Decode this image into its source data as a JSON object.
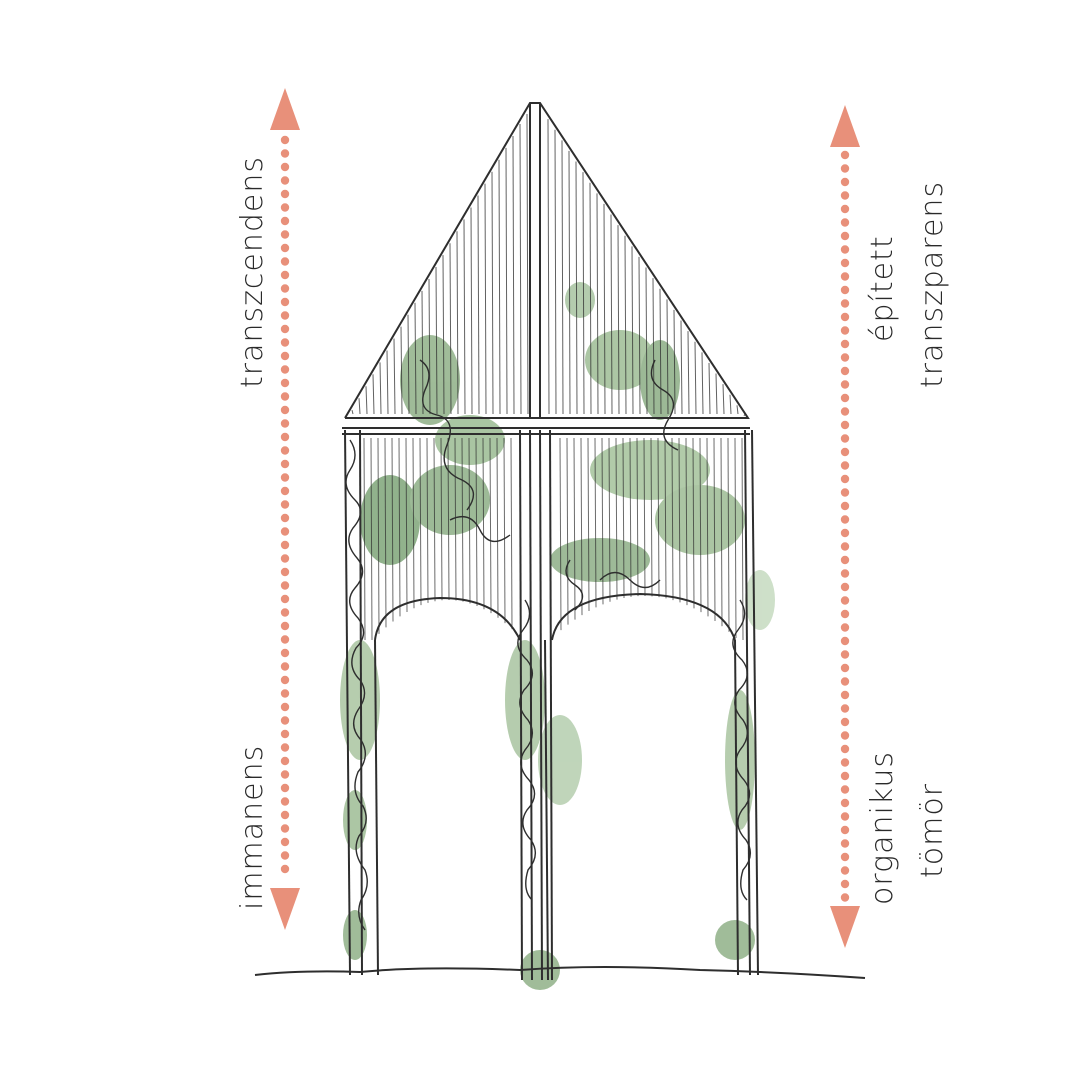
{
  "colors": {
    "arrow": "#e8907a",
    "ink": "#2e2e2e",
    "foliage": "#7fa57a",
    "foliage_light": "#a9c4a0",
    "background": "#ffffff"
  },
  "left_axis": {
    "top_label": "transzcendens",
    "bottom_label": "immanens"
  },
  "right_axis": {
    "top_label_1": "épített",
    "top_label_2": "transzparens",
    "bottom_label_1": "organikus",
    "bottom_label_2": "tömör"
  }
}
